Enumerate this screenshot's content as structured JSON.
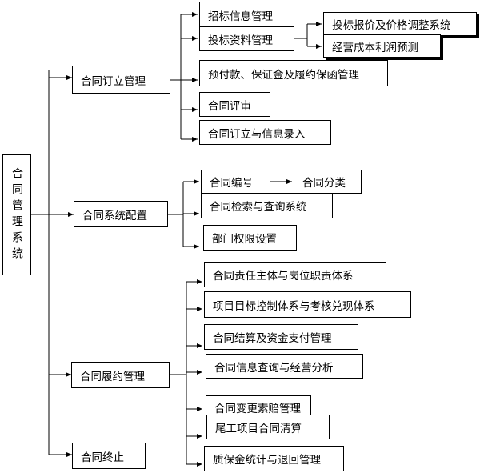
{
  "diagram": {
    "root": "合同管理系统",
    "branches": [
      {
        "label": "合同订立管理",
        "children": [
          {
            "label": "招标信息管理"
          },
          {
            "label": "投标资料管理",
            "children": [
              "投标报价及价格调整系统",
              "经营成本利润预测"
            ]
          },
          {
            "label": "预付款、保证金及履约保函管理"
          },
          {
            "label": "合同评审"
          },
          {
            "label": "合同订立与信息录入"
          }
        ]
      },
      {
        "label": "合同系统配置",
        "children": [
          {
            "label": "合同编号",
            "children": [
              "合同分类"
            ]
          },
          {
            "label": "合同检索与查询系统"
          },
          {
            "label": "部门权限设置"
          }
        ]
      },
      {
        "label": "合同履约管理",
        "children": [
          {
            "label": "合同责任主体与岗位职责体系"
          },
          {
            "label": "项目目标控制体系与考核兑现体系"
          },
          {
            "label": "合同结算及资金支付管理"
          },
          {
            "label": "合同信息查询与经营分析"
          },
          {
            "label": "合同变更索赔管理"
          },
          {
            "label": "尾工项目合同清算"
          },
          {
            "label": "质保金统计与退回管理"
          }
        ]
      },
      {
        "label": "合同终止"
      }
    ]
  }
}
